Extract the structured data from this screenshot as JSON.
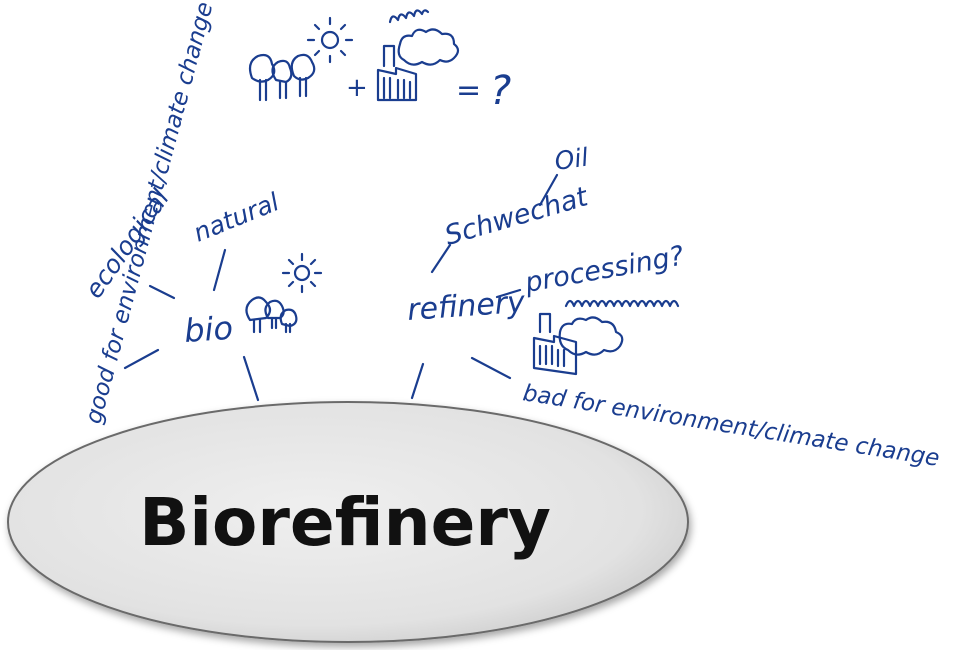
{
  "center": {
    "label": "Biorefinery",
    "fill": "#e6e6e6"
  },
  "left": {
    "hub": "bio",
    "natural": "natural",
    "ecological": "ecological",
    "good": "good for environment/climate change"
  },
  "right": {
    "hub": "refinery",
    "schwechat": "Schwechat",
    "oil": "Oil",
    "processing": "processing?",
    "bad": "bad for environment/climate change"
  },
  "top": {
    "plus": "+",
    "equals": "=",
    "question": "?"
  },
  "colors": {
    "ink": "#1a3d8f",
    "title": "#111111",
    "ellipse_stroke": "#6a6a6a"
  },
  "icons": [
    "tree-icon",
    "sun-icon",
    "factory-icon",
    "smoke-cloud-icon"
  ]
}
